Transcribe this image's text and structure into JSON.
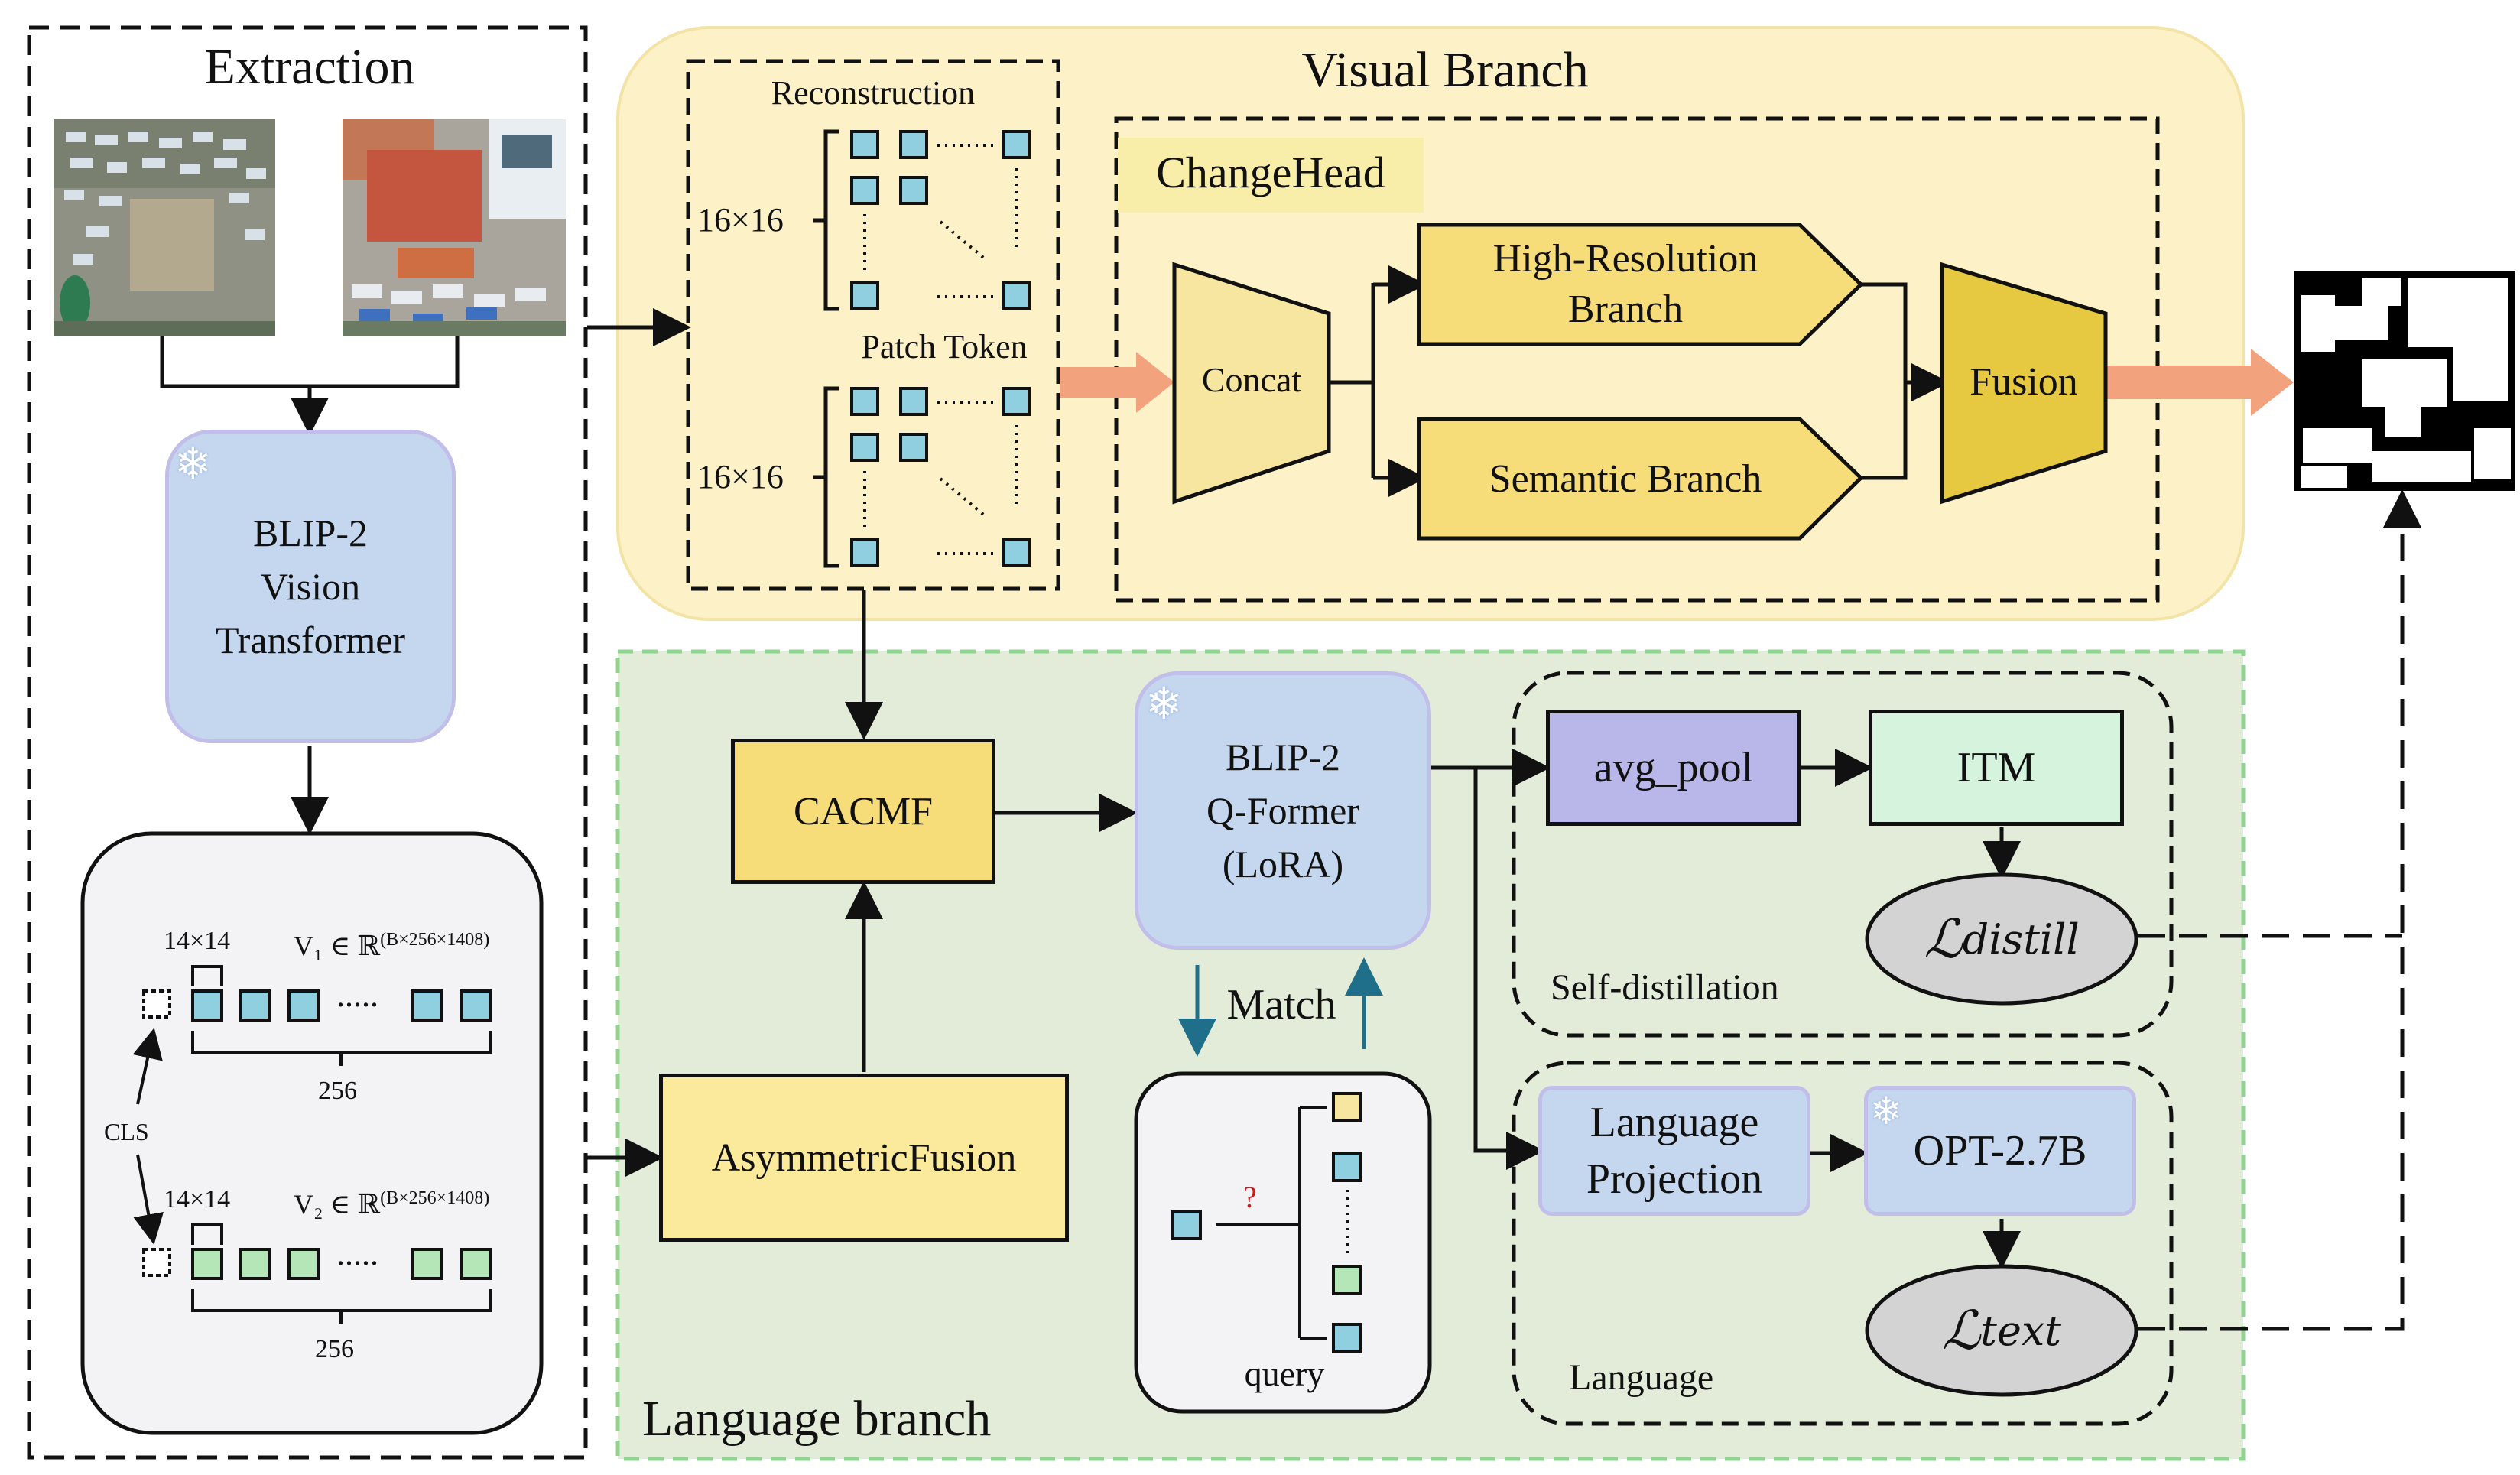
{
  "extraction": {
    "title": "Extraction",
    "vit": {
      "line1": "BLIP-2",
      "line2": "Vision",
      "line3": "Transformer"
    },
    "patch_size_top": "14×14",
    "v1": "V₁ ∈ ℝ",
    "v1_sup": "(B×256×1408)",
    "patch_size_bottom": "14×14",
    "v2": "V₂ ∈ ℝ",
    "v2_sup": "(B×256×1408)",
    "count_top": "256",
    "count_bottom": "256",
    "cls": "CLS",
    "dots": "....."
  },
  "visual": {
    "title": "Visual Branch",
    "reconstruction": "Reconstruction",
    "grid_top": "16×16",
    "grid_bottom": "16×16",
    "patch_token": "Patch Token",
    "change_head": "ChangeHead",
    "concat": "Concat",
    "high_res_l1": "High-Resolution",
    "high_res_l2": "Branch",
    "semantic": "Semantic Branch",
    "fusion": "Fusion"
  },
  "language": {
    "title": "Language branch",
    "cacmf": "CACMF",
    "asym": "AsymmetricFusion",
    "qformer": {
      "line1": "BLIP-2",
      "line2": "Q-Former",
      "line3": "(LoRA)"
    },
    "match": "Match",
    "query": "query",
    "qmark": "?",
    "avg_pool": "avg_pool",
    "itm": "ITM",
    "loss_distill_main": "ℒ",
    "loss_distill_sub": "distill",
    "self_distill": "Self-distillation",
    "lang_proj_l1": "Language",
    "lang_proj_l2": "Projection",
    "opt": "OPT-2.7B",
    "loss_text_main": "ℒ",
    "loss_text_sub": "text",
    "language_label": "Language"
  },
  "colors": {
    "visual_bg": "#fdf1c8",
    "language_bg": "#e3ecd9",
    "blue_box": "#c5d7ef",
    "yellow_box": "#f7dc7a",
    "trapezoid": "#f7e6a0",
    "fusion": "#e6c940",
    "avg_pool": "#b9b6ea",
    "itm": "#d6f3dd",
    "loss": "#d3d3d3",
    "patch": "#8fcfe0",
    "arrow_orange": "#f2a27c"
  }
}
